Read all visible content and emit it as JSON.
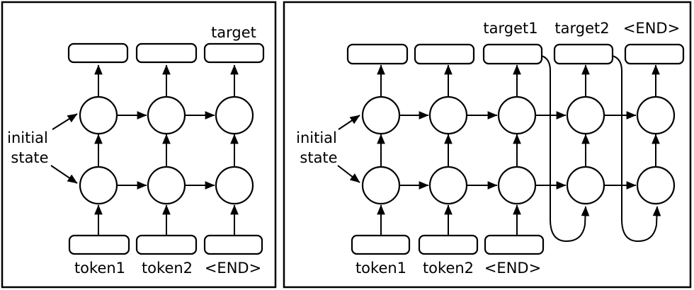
{
  "figure": {
    "description_colors": {
      "line": "#000000",
      "fill": "#ffffff",
      "background": "#ffffff"
    },
    "left_panel": {
      "target_label": "target",
      "initial_state": {
        "line1": "initial",
        "line2": "state"
      },
      "input_labels": [
        "token1",
        "token2",
        "<END>"
      ]
    },
    "right_panel": {
      "output_labels": [
        "target1",
        "target2",
        "<END>"
      ],
      "initial_state": {
        "line1": "initial",
        "line2": "state"
      },
      "input_labels": [
        "token1",
        "token2",
        "<END>"
      ]
    }
  }
}
